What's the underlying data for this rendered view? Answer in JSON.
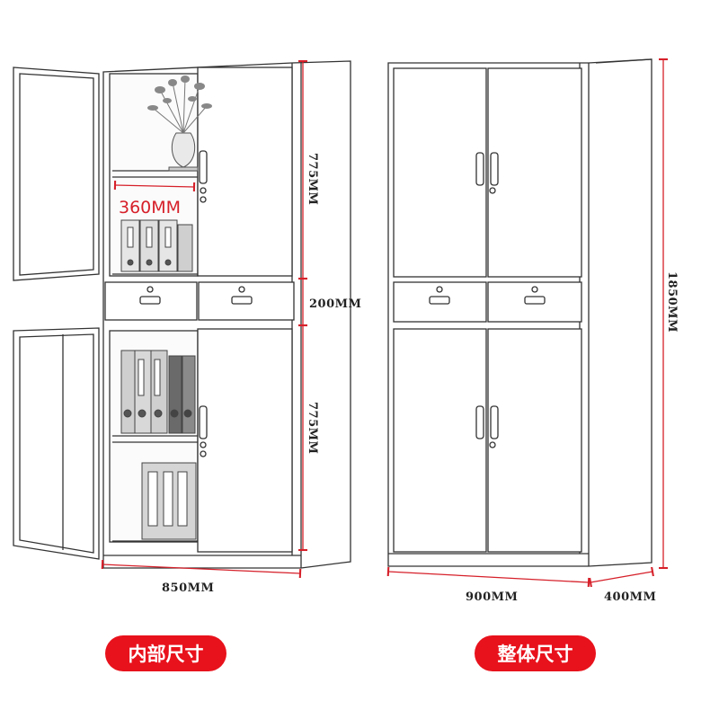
{
  "dimensions": {
    "inner_depth": "360MM",
    "upper_height": "775MM",
    "drawer_height": "200MM",
    "lower_height": "775MM",
    "inner_width": "850MM",
    "outer_width": "900MM",
    "outer_depth": "400MM",
    "total_height": "1850MM"
  },
  "labels": {
    "inner": "内部尺寸",
    "outer": "整体尺寸"
  },
  "colors": {
    "dimension_line": "#d6202a",
    "label_bg": "#e8121c",
    "outline": "#333333"
  }
}
